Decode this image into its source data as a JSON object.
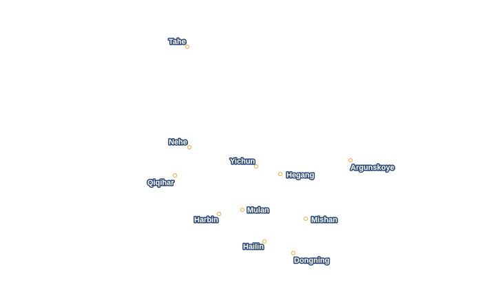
{
  "colors": {
    "background": "#ffffff",
    "marker_stroke": "#f2b45a",
    "label_halo": "#2e4a78",
    "label_text": "#ffffff"
  },
  "cities": [
    {
      "id": "tahe",
      "name": "Tahe"
    },
    {
      "id": "nehe",
      "name": "Nehe"
    },
    {
      "id": "yichun",
      "name": "Yichun"
    },
    {
      "id": "hegang",
      "name": "Hegang"
    },
    {
      "id": "argunskoye",
      "name": "Argunskoye"
    },
    {
      "id": "qiqihar",
      "name": "Qiqihar"
    },
    {
      "id": "harbin",
      "name": "Harbin"
    },
    {
      "id": "mulan",
      "name": "Mulan"
    },
    {
      "id": "mishan",
      "name": "Mishan"
    },
    {
      "id": "hailin",
      "name": "Hailin"
    },
    {
      "id": "dongning",
      "name": "Dongning"
    }
  ]
}
